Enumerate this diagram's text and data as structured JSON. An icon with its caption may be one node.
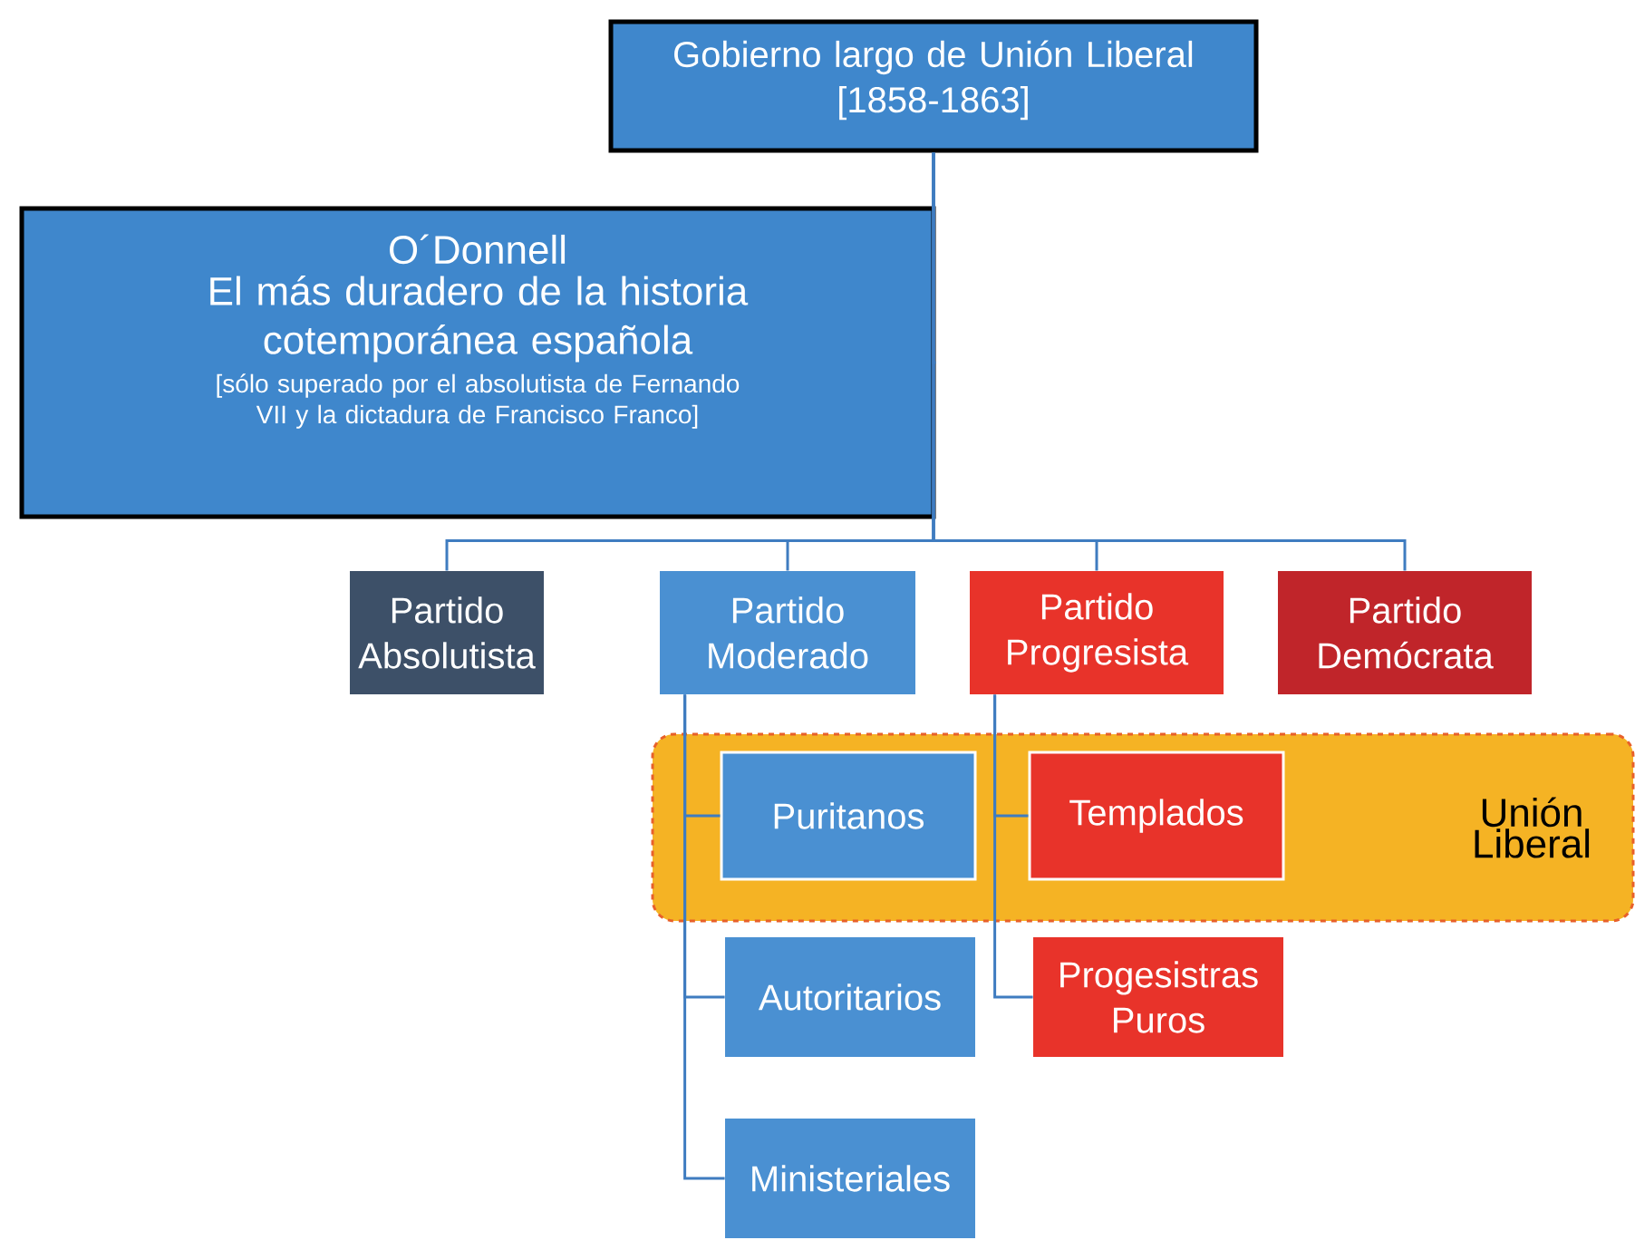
{
  "diagram": {
    "nodes": [
      {
        "text": [
          "Gobierno largo de Unión Liberal",
          "[1858-1863]"
        ]
      },
      {
        "text": [
          "O´Donnell",
          "El más duradero de la historia cotemporánea española",
          "[sólo superado por el absolutista de Fernando VII y la dictadura de Francisco Franco]"
        ]
      },
      {
        "text": [
          "Partido Absolutista"
        ]
      },
      {
        "text": [
          "Partido Moderado"
        ]
      },
      {
        "text": [
          "Partido Progresista"
        ]
      },
      {
        "text": [
          "Partido Demócrata"
        ]
      },
      {
        "text": [
          "Unión Liberal"
        ]
      },
      {
        "text": [
          "Puritanos"
        ],
        "in": 6
      },
      {
        "text": [
          "Templados"
        ],
        "in": 6
      },
      {
        "text": [
          "Autoritarios"
        ]
      },
      {
        "text": [
          "Progesistras Puros"
        ]
      },
      {
        "text": [
          "Ministeriales"
        ]
      }
    ],
    "edges": [
      {
        "from": 0,
        "to": 1,
        "arrow": "none"
      },
      {
        "from": 0,
        "to": 2,
        "arrow": "none"
      },
      {
        "from": 0,
        "to": 3,
        "arrow": "none"
      },
      {
        "from": 0,
        "to": 4,
        "arrow": "none"
      },
      {
        "from": 0,
        "to": 5,
        "arrow": "none"
      },
      {
        "from": 3,
        "to": 7,
        "arrow": "none"
      },
      {
        "from": 3,
        "to": 9,
        "arrow": "none"
      },
      {
        "from": 3,
        "to": 11,
        "arrow": "none"
      },
      {
        "from": 4,
        "to": 8,
        "arrow": "none"
      },
      {
        "from": 4,
        "to": 10,
        "arrow": "none"
      }
    ]
  }
}
